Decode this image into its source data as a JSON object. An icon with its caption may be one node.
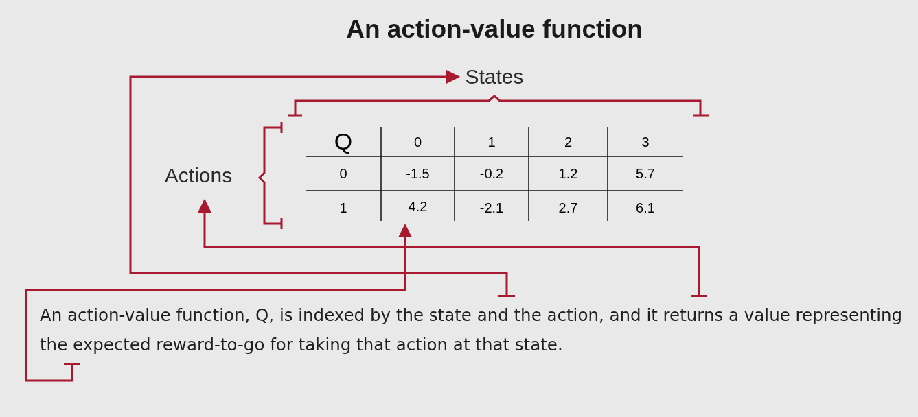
{
  "diagram": {
    "title": "An action-value function",
    "nodes": [
      {
        "text": [
          "States"
        ]
      },
      {
        "text": [
          "Actions"
        ]
      },
      {
        "text": [
          "4.2"
        ]
      },
      {
        "text": [
          "An action-value function, Q, is indexed by the state and the action, and it returns a value representing the expected reward-to-go for taking that action at that state."
        ]
      }
    ],
    "edges": [
      {
        "from": 3,
        "to": 0,
        "arrow": "to"
      },
      {
        "from": 3,
        "to": 1,
        "arrow": "to"
      },
      {
        "from": 3,
        "to": 2,
        "arrow": "to"
      }
    ],
    "labels": [
      "Q",
      "0",
      "1",
      "2",
      "3",
      "0",
      "-1.5",
      "-0.2",
      "1.2",
      "5.7",
      "1",
      "-2.1",
      "2.7",
      "6.1"
    ]
  }
}
